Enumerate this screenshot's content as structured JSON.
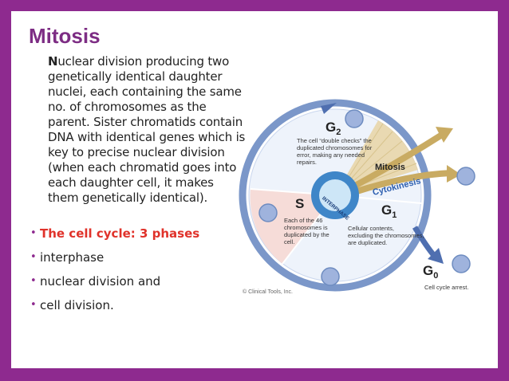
{
  "slide": {
    "title": "Mitosis",
    "paragraph_first_letter": "N",
    "paragraph_rest": "uclear division producing two genetically identical daughter nuclei, each containing the same no. of chromosomes as the parent. Sister chromatids contain DNA with identical genes which is key to precise nuclear division (when each chromatid goes into each daughter cell, it makes them genetically identical).",
    "bullets": [
      {
        "text": "The cell cycle: 3 phases",
        "highlight": true
      },
      {
        "text": "interphase",
        "highlight": false
      },
      {
        "text": "nuclear division and",
        "highlight": false
      },
      {
        "text": "cell division.",
        "highlight": false
      }
    ]
  },
  "diagram": {
    "g2_label": "G",
    "g2_sub": "2",
    "g2_desc": [
      "The cell “double checks” the",
      "duplicated chromosomes for",
      "error, making any needed",
      "repairs."
    ],
    "mitosis_label": "Mitosis",
    "cytokinesis_label": "Cytokinesis",
    "s_label": "S",
    "s_desc": [
      "Each of the 46",
      "chromosomes is",
      "duplicated by the",
      "cell."
    ],
    "interphase_label": "INTERPHASE",
    "g1_label": "G",
    "g1_sub": "1",
    "g1_desc": [
      "Cellular contents,",
      "excluding the chromosomes,",
      "are duplicated."
    ],
    "g0_label": "G",
    "g0_sub": "0",
    "g0_desc": "Cell cycle arrest.",
    "copyright": "© Clinical Tools, Inc."
  },
  "colors": {
    "frame": "#8e2a8f",
    "title": "#7d2d84",
    "highlight": "#e0322a",
    "cycle_blue": "#6e8cc0",
    "mitosis_tan": "#c9ab62"
  }
}
